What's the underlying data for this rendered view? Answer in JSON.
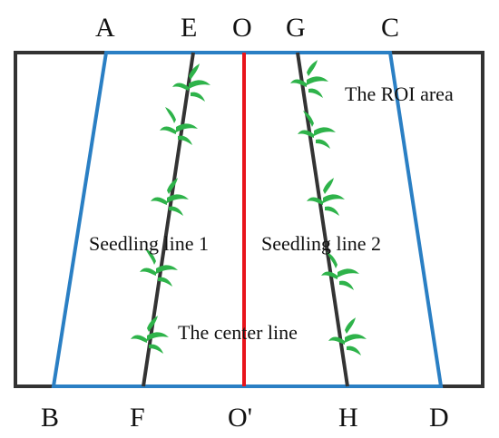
{
  "points": {
    "A": "A",
    "E": "E",
    "O": "O",
    "G": "G",
    "C": "C",
    "B": "B",
    "F": "F",
    "O_prime": "O'",
    "H": "H",
    "D": "D"
  },
  "labels": {
    "roi": "The ROI area",
    "seedling1": "Seedling line 1",
    "seedling2": "Seedling line 2",
    "center": "The center line"
  },
  "colors": {
    "frame": "#333333",
    "roi": "#2a7fc4",
    "center": "#e8141b",
    "seedling_line": "#333333",
    "plant": "#2eb34a"
  }
}
